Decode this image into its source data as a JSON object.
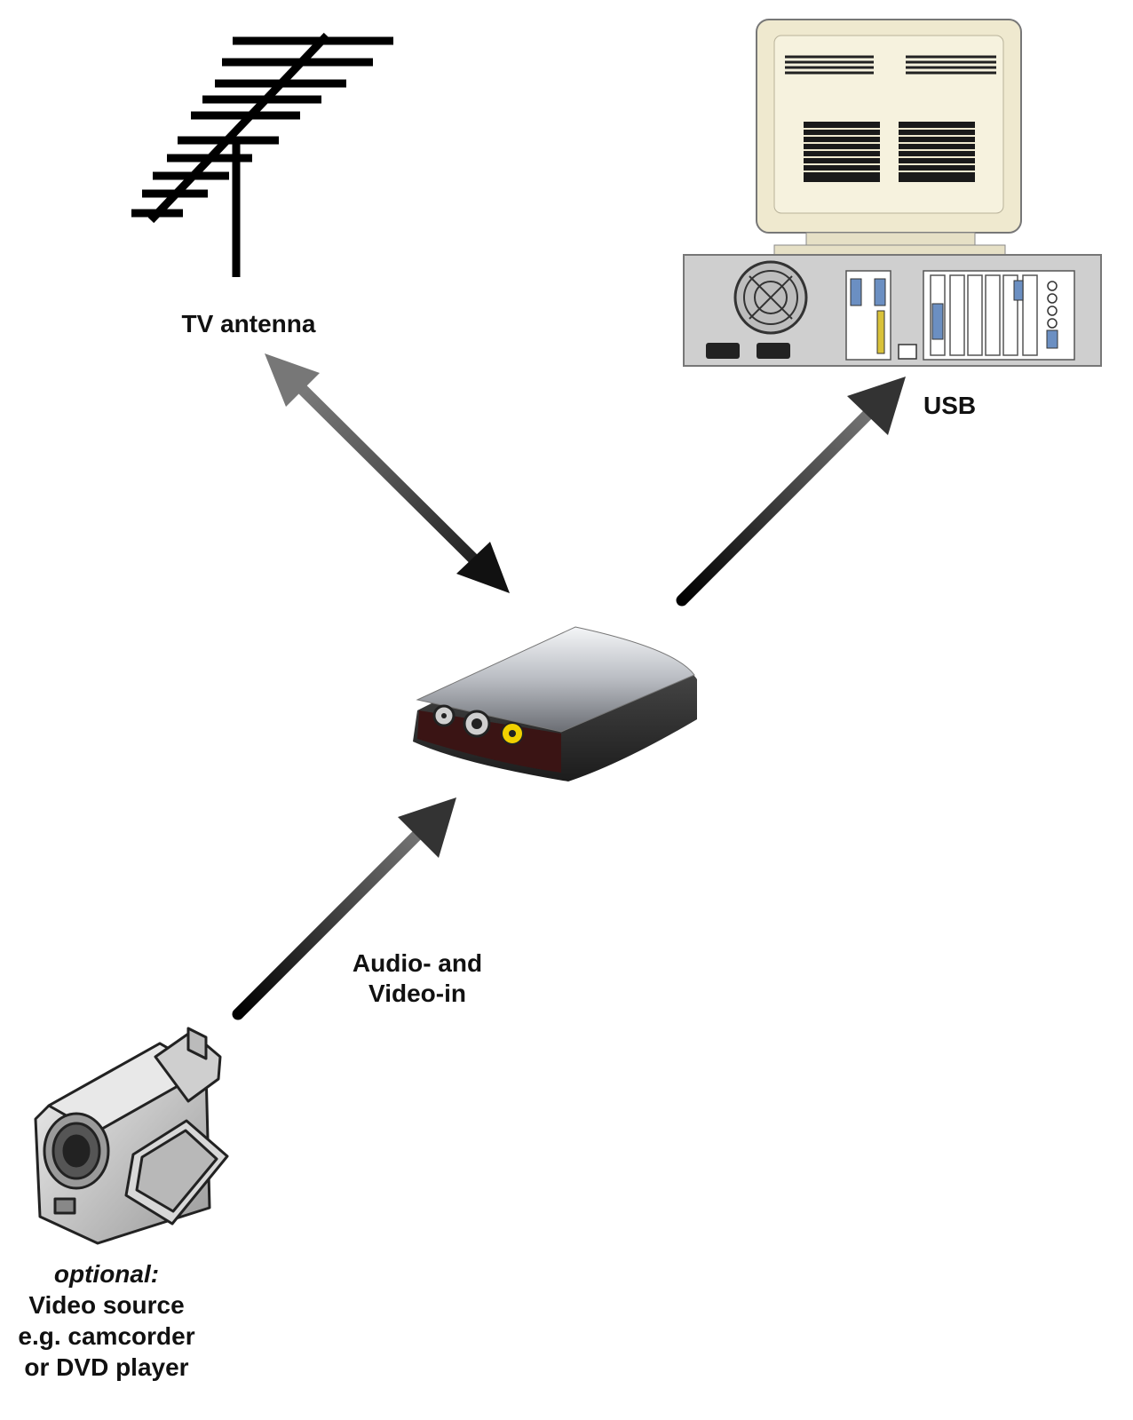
{
  "labels": {
    "antenna": "TV antenna",
    "usb": "USB",
    "av_line1": "Audio- and",
    "av_line2": "Video-in",
    "source_optional": "optional:",
    "source_line1": "Video source",
    "source_line2": "e.g. camcorder",
    "source_line3": "or DVD player"
  },
  "colors": {
    "arrow_dark": "#111111",
    "arrow_light": "#777777",
    "pc_beige": "#efe9cf",
    "pc_gray": "#c9c9c9"
  },
  "icons": [
    "tv-antenna-icon",
    "computer-icon",
    "capture-device-icon",
    "camcorder-icon"
  ]
}
